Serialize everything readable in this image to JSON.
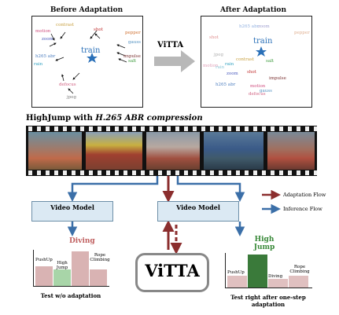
{
  "top": {
    "before_title": "Before Adaptation",
    "after_title": "After Adaptation",
    "arrow_label": "ViTTA",
    "before_words": [
      {
        "t": "contrast",
        "c": "#c8a040"
      },
      {
        "t": "motion",
        "c": "#d05080"
      },
      {
        "t": "zoom",
        "c": "#5060c0"
      },
      {
        "t": "shot",
        "c": "#c03030"
      },
      {
        "t": "pepper",
        "c": "#d07030"
      },
      {
        "t": "gauss",
        "c": "#5090c0"
      },
      {
        "t": "train",
        "c": "#2a70b8"
      },
      {
        "t": "impulse",
        "c": "#7a3030"
      },
      {
        "t": "h265 abr",
        "c": "#5080c0"
      },
      {
        "t": "rain",
        "c": "#30a0c0"
      },
      {
        "t": "salt",
        "c": "#3a9a3a"
      },
      {
        "t": "defocus",
        "c": "#d06080"
      },
      {
        "t": "jpeg",
        "c": "#808080"
      }
    ],
    "after_words": [
      {
        "t": "shot",
        "c": "#e09090"
      },
      {
        "t": "h265 abr",
        "c": "#90b0e0"
      },
      {
        "t": "zoom",
        "c": "#a0a0d0"
      },
      {
        "t": "jpeg",
        "c": "#b0b0b0"
      },
      {
        "t": "pepper",
        "c": "#e0b090"
      },
      {
        "t": "motion",
        "c": "#e0a0b8"
      },
      {
        "t": "rain",
        "c": "#90c8d8"
      },
      {
        "t": "contrast",
        "c": "#c8a040"
      },
      {
        "t": "train",
        "c": "#2a70b8"
      },
      {
        "t": "salt",
        "c": "#3a9a3a"
      },
      {
        "t": "shot",
        "c": "#c03030"
      },
      {
        "t": "impulse",
        "c": "#7a3030"
      },
      {
        "t": "zoom",
        "c": "#5060c0"
      },
      {
        "t": "rain",
        "c": "#30a0c0"
      },
      {
        "t": "motion",
        "c": "#d05080"
      },
      {
        "t": "h265 abr",
        "c": "#5080c0"
      },
      {
        "t": "gauss",
        "c": "#5090c0"
      },
      {
        "t": "defocus",
        "c": "#d06080"
      }
    ]
  },
  "strip": {
    "title_prefix": "HighJump with ",
    "title_em": "H.265 ABR compression"
  },
  "models": {
    "left": "Video Model",
    "right": "Video Model"
  },
  "legend": {
    "adapt": "Adaptation Flow",
    "infer": "Inference Flow",
    "adapt_color": "#8b2e2e",
    "infer_color": "#3b6fa8"
  },
  "vitta_label": "ViTTA",
  "left_chart": {
    "highlight": "Diving",
    "highlight_color": "#c06060",
    "bars": [
      {
        "label": "PushUp",
        "value": 0.55,
        "color": "#d9b3b3"
      },
      {
        "label": "High Jump",
        "value": 0.45,
        "color": "#a8d5a8"
      },
      {
        "label": "Diving",
        "value": 1.0,
        "color": "#d9b3b3"
      },
      {
        "label": "Rope Climbing",
        "value": 0.45,
        "color": "#d9b3b3"
      }
    ],
    "caption": "Test w/o adaptation"
  },
  "right_chart": {
    "highlight": "High Jump",
    "highlight_color": "#3a8a3a",
    "bars": [
      {
        "label": "PushUp",
        "value": 0.35,
        "color": "#e0c0c0"
      },
      {
        "label": "High Jump",
        "value": 1.0,
        "color": "#3a7a3a"
      },
      {
        "label": "Diving",
        "value": 0.25,
        "color": "#e0c0c0"
      },
      {
        "label": "Rope Climbing",
        "value": 0.35,
        "color": "#e0c0c0"
      }
    ],
    "caption": "Test right after one-step adaptation"
  }
}
